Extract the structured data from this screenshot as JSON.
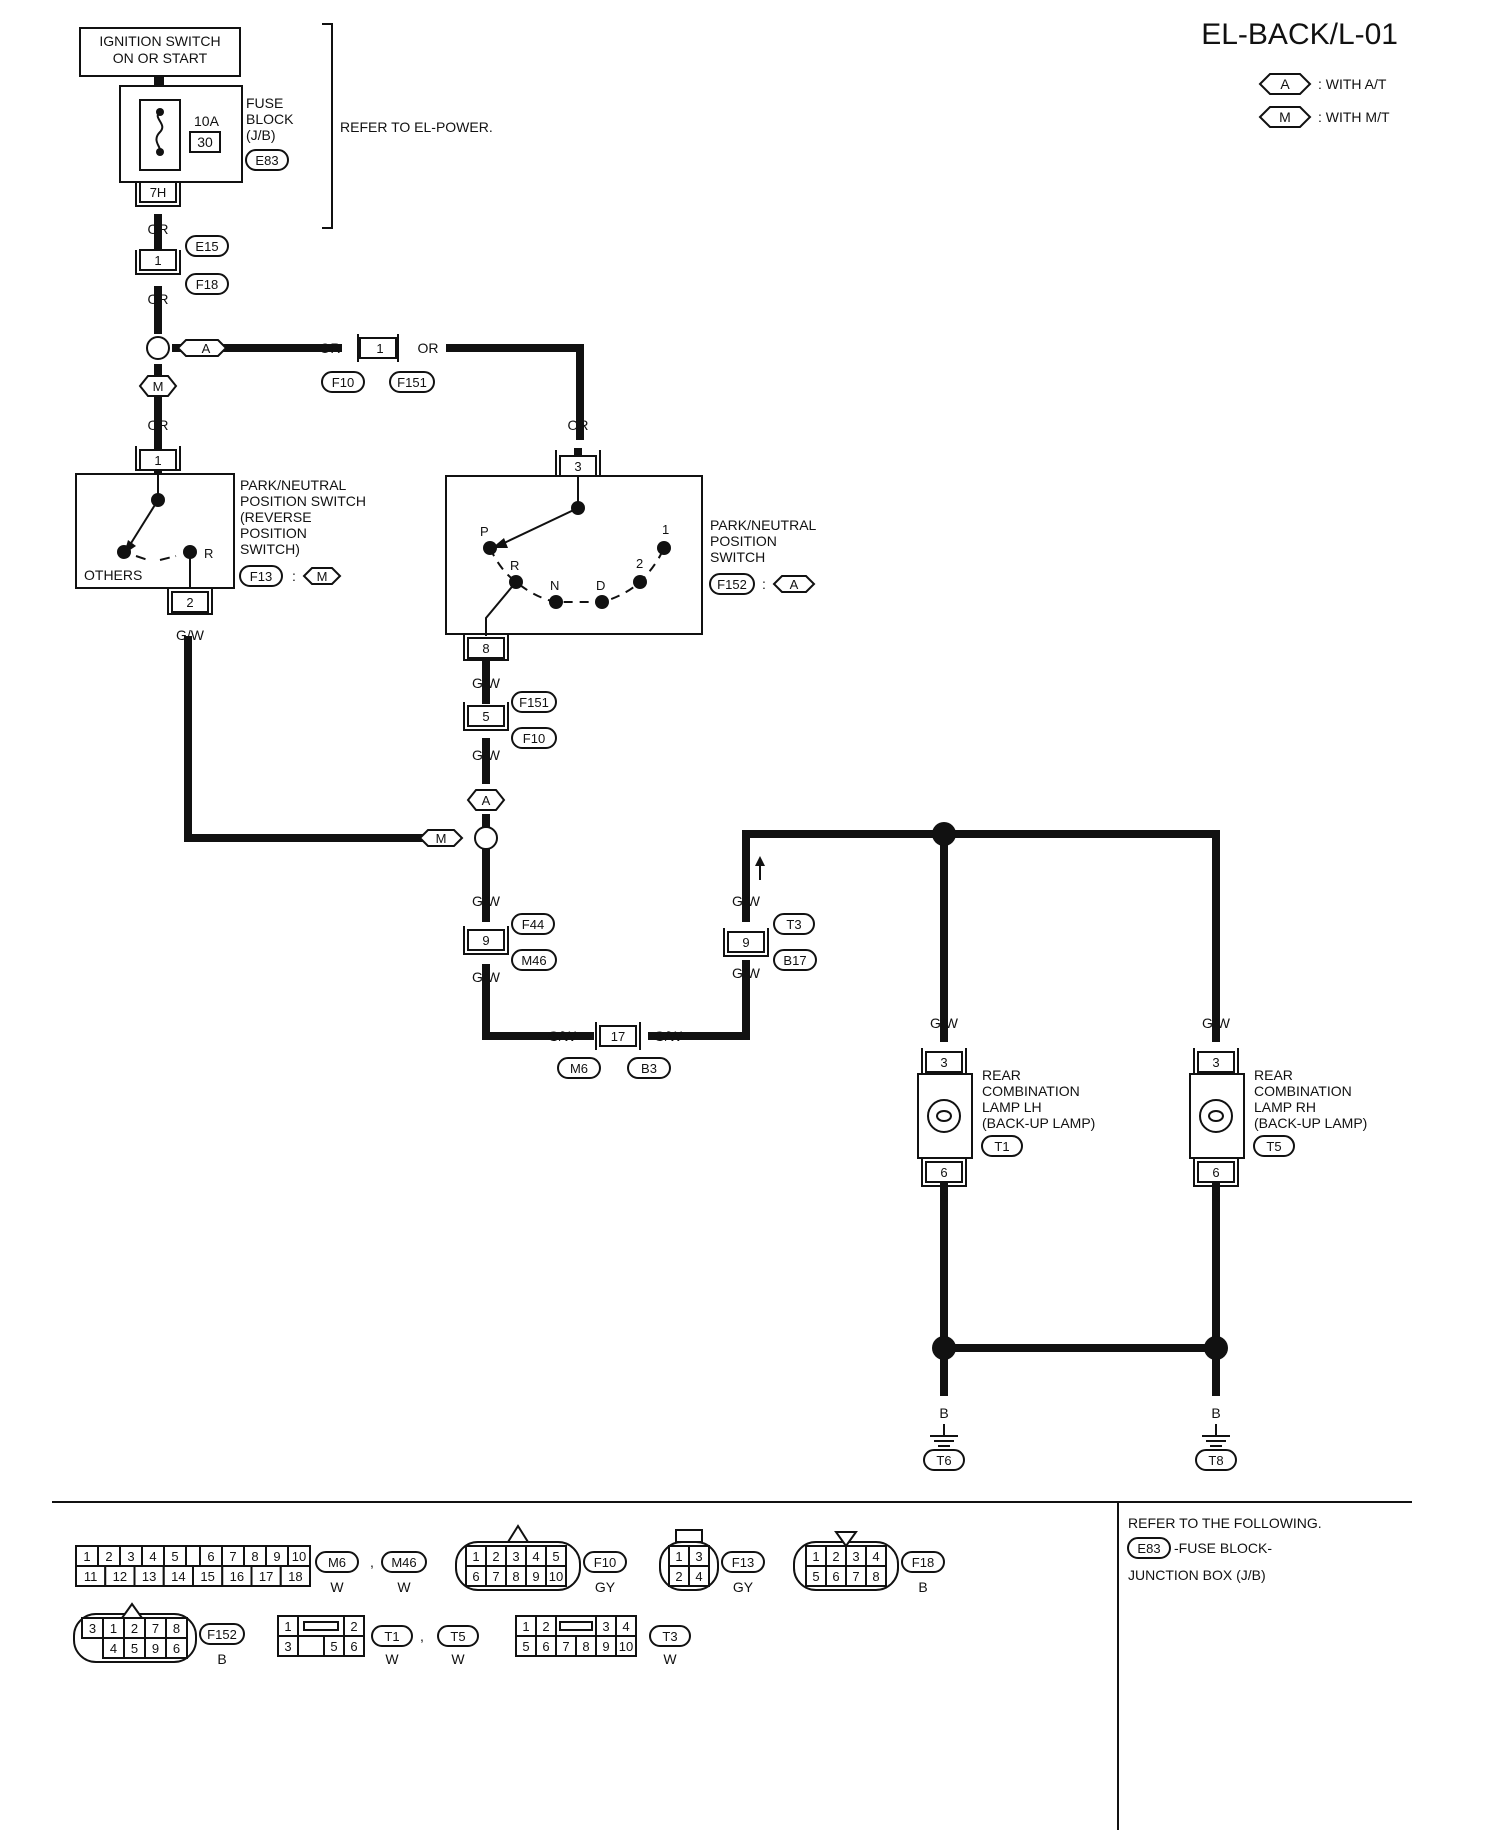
{
  "header": {
    "page_id": "EL-BACK/L-01",
    "legend": [
      {
        "symbol": "A",
        "text": ": WITH A/T"
      },
      {
        "symbol": "M",
        "text": ": WITH M/T"
      }
    ]
  },
  "power": {
    "ignition_line1": "IGNITION SWITCH",
    "ignition_line2": "ON OR START",
    "fuse_amps": "10A",
    "fuse_number": "30",
    "fuse_block_line1": "FUSE",
    "fuse_block_line2": "BLOCK",
    "fuse_block_line3": "(J/B)",
    "fuse_block_conn": "E83",
    "fuse_terminal": "7H",
    "refer_power": "REFER TO EL-POWER."
  },
  "wires": {
    "or": "OR",
    "gw": "G/W",
    "b": "B"
  },
  "connectors": {
    "e15": "E15",
    "f18": "F18",
    "f10": "F10",
    "f151": "F151",
    "f44": "F44",
    "m46": "M46",
    "m6": "M6",
    "b3": "B3",
    "t3": "T3",
    "b17": "B17",
    "t1": "T1",
    "t5": "T5",
    "t6": "T6",
    "t8": "T8",
    "f13": "F13",
    "f152": "F152"
  },
  "pins": {
    "p1": "1",
    "p2": "2",
    "p3": "3",
    "p5": "5",
    "p6": "6",
    "p8": "8",
    "p9": "9",
    "p17": "17"
  },
  "switch_mt": {
    "line1": "PARK/NEUTRAL",
    "line2": "POSITION SWITCH",
    "line3": "(REVERSE",
    "line4": "POSITION",
    "line5": "SWITCH)",
    "others": "OTHERS",
    "r": "R",
    "conn": "F13",
    "sep": ":",
    "variant": "M"
  },
  "switch_at": {
    "line1": "PARK/NEUTRAL",
    "line2": "POSITION",
    "line3": "SWITCH",
    "p": "P",
    "r": "R",
    "n": "N",
    "d": "D",
    "two": "2",
    "one": "1",
    "conn": "F152",
    "sep": ":",
    "variant": "A"
  },
  "lamp_lh": {
    "line1": "REAR",
    "line2": "COMBINATION",
    "line3": "LAMP LH",
    "line4": "(BACK-UP LAMP)",
    "conn": "T1"
  },
  "lamp_rh": {
    "line1": "REAR",
    "line2": "COMBINATION",
    "line3": "LAMP RH",
    "line4": "(BACK-UP LAMP)",
    "conn": "T5"
  },
  "footer": {
    "refer_line1": "REFER TO THE FOLLOWING.",
    "refer_conn": "E83",
    "refer_line2": "-FUSE BLOCK-",
    "refer_line3": "JUNCTION BOX (J/B)",
    "comma": ",",
    "colors": {
      "w": "W",
      "gy": "GY",
      "b": "B"
    },
    "m6_top": [
      "1",
      "2",
      "3",
      "4",
      "5",
      "6",
      "7",
      "8",
      "9",
      "10"
    ],
    "m6_bottom": [
      "11",
      "12",
      "13",
      "14",
      "15",
      "16",
      "17",
      "18"
    ],
    "f10_top": [
      "1",
      "2",
      "3",
      "4",
      "5"
    ],
    "f10_bottom": [
      "6",
      "7",
      "8",
      "9",
      "10"
    ],
    "f13_cells": [
      "1",
      "3",
      "2",
      "4"
    ],
    "f18_top": [
      "1",
      "2",
      "3",
      "4"
    ],
    "f18_bottom": [
      "5",
      "6",
      "7",
      "8"
    ],
    "f152_top": [
      "3",
      "1",
      "2",
      "7",
      "8"
    ],
    "f152_bottom": [
      "4",
      "5",
      "9",
      "6"
    ],
    "t1_top": [
      "1",
      "2"
    ],
    "t1_bottom": [
      "3",
      "5",
      "6"
    ],
    "t3_top": [
      "1",
      "2",
      "3",
      "4"
    ],
    "t3_bottom": [
      "5",
      "6",
      "7",
      "8",
      "9",
      "10"
    ]
  }
}
